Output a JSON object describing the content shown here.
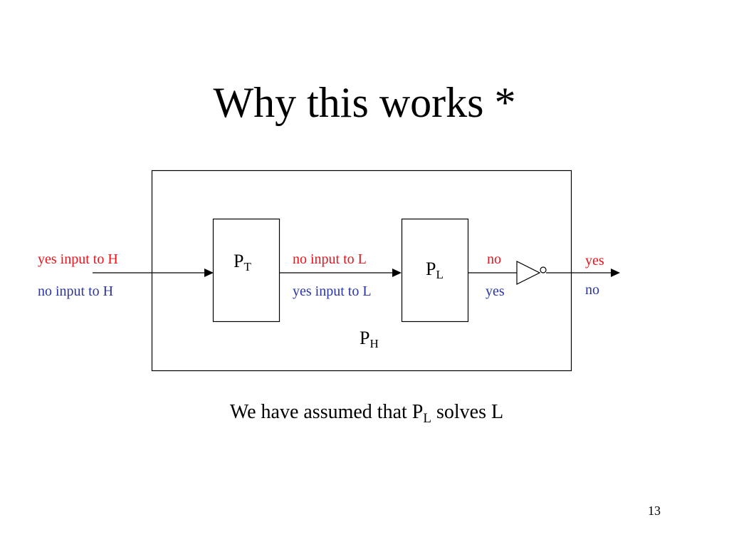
{
  "slide": {
    "title": "Why this works  *",
    "page_number": "13"
  },
  "diagram": {
    "outer_box": {
      "base": "P",
      "subscript": "H"
    },
    "transform_box": {
      "base": "P",
      "subscript": "T"
    },
    "solver_box": {
      "base": "P",
      "subscript": "L"
    },
    "labels": {
      "input_yes": "yes input to H",
      "input_no": "no input to H",
      "mid_no": "no input to L",
      "mid_yes": "yes input to L",
      "solver_out_no": "no",
      "solver_out_yes": "yes",
      "final_yes": "yes",
      "final_no": "no"
    },
    "gate_icon": "not-gate",
    "colors": {
      "yes_path": "#e8141b",
      "no_path": "#2a35a8"
    }
  },
  "caption": {
    "before": "We have assumed that P",
    "subscript": "L",
    "after": " solves L"
  }
}
